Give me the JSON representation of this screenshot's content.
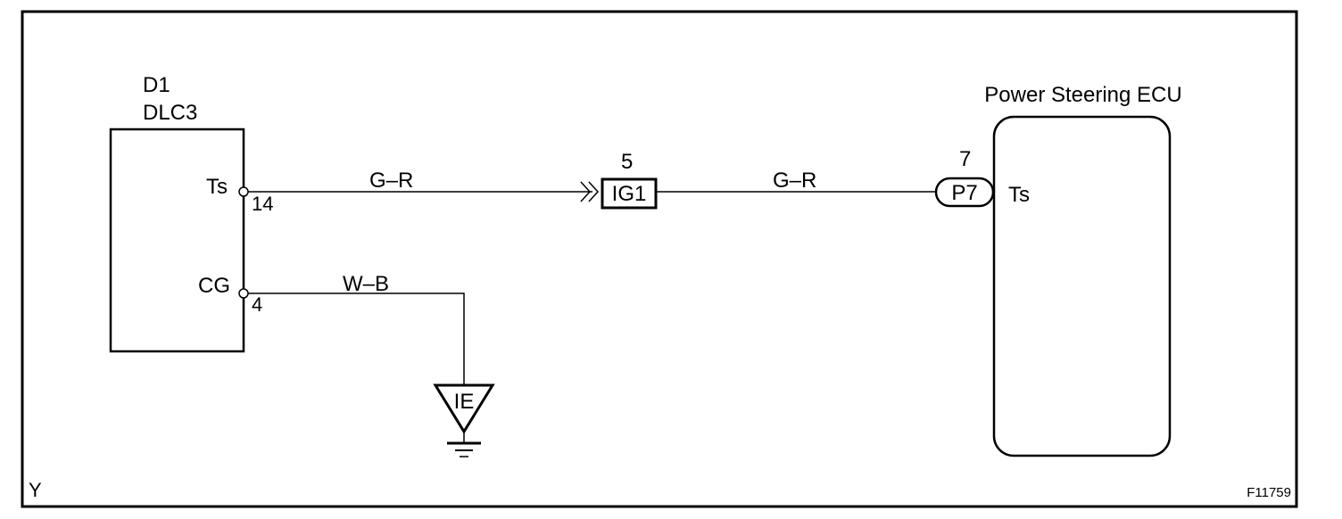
{
  "dlc": {
    "ref": "D1",
    "name": "DLC3"
  },
  "pins": {
    "ts": {
      "name": "Ts",
      "number": "14"
    },
    "cg": {
      "name": "CG",
      "number": "4"
    }
  },
  "wires": {
    "ts_left": "G–R",
    "ts_right": "G–R",
    "cg": "W–B"
  },
  "junction": {
    "pin": "5",
    "label": "IG1"
  },
  "ground": {
    "label": "IE"
  },
  "ecu": {
    "name": "Power Steering ECU",
    "pin_number": "7",
    "connector": "P7",
    "pin_name": "Ts"
  },
  "corner_left": "Y",
  "figure_code": "F11759"
}
